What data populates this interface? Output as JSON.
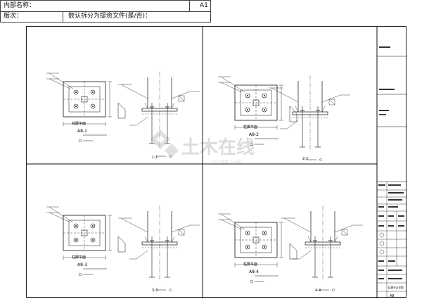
{
  "header": {
    "name_label": "内部名称：",
    "size_value": "A1",
    "version_label": "版次：",
    "note_label": "数认拆分为提资文件(是/否)："
  },
  "panels": [
    {
      "plan_title": "柱脚平面",
      "plan_id": "A8-1",
      "section_title": "1-1"
    },
    {
      "plan_title": "柱脚平面",
      "plan_id": "A8-2",
      "section_title": "2-2"
    },
    {
      "plan_title": "柱脚平面",
      "plan_id": "A8-3",
      "section_title": "3-3"
    },
    {
      "plan_title": "柱脚平面",
      "plan_id": "A8-4",
      "section_title": "4-4"
    }
  ],
  "watermark": {
    "brand": "土木在线",
    "url": "co188.com"
  },
  "title_block": {
    "drawing_title": "柱脚节点详图",
    "drawing_no": "A8"
  }
}
